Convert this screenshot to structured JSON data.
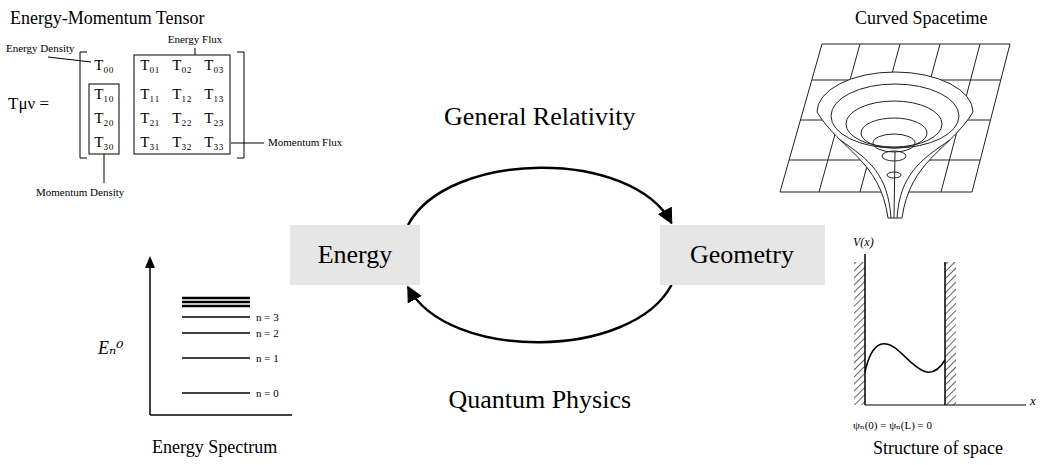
{
  "diagram": {
    "nodes": [
      {
        "text": [
          "Energy"
        ]
      },
      {
        "text": [
          "Geometry"
        ]
      }
    ],
    "edges": [
      {
        "from": 0,
        "to": 1,
        "arrow": "to",
        "label": "General Relativity"
      },
      {
        "from": 1,
        "to": 0,
        "arrow": "to",
        "label": "Quantum Physics"
      }
    ],
    "labels": [
      "Energy-Momentum Tensor",
      "Energy Density",
      "Energy Flux",
      "Tμν =",
      "T₀₀",
      "T₀₁",
      "T₀₂",
      "T₀₃",
      "T₁₀",
      "T₁₁",
      "T₁₂",
      "T₁₃",
      "T₂₀",
      "T₂₁",
      "T₂₂",
      "T₂₃",
      "T₃₀",
      "T₃₁",
      "T₃₂",
      "T₃₃",
      "Momentum Flux",
      "Momentum Density",
      "Curved Spacetime",
      "Eₙ⁰",
      "n = 3",
      "n = 2",
      "n = 1",
      "n = 0",
      "Energy Spectrum",
      "V(x)",
      "x",
      "ψₙ(0) = ψₙ(L) = 0",
      "Structure of space"
    ]
  }
}
